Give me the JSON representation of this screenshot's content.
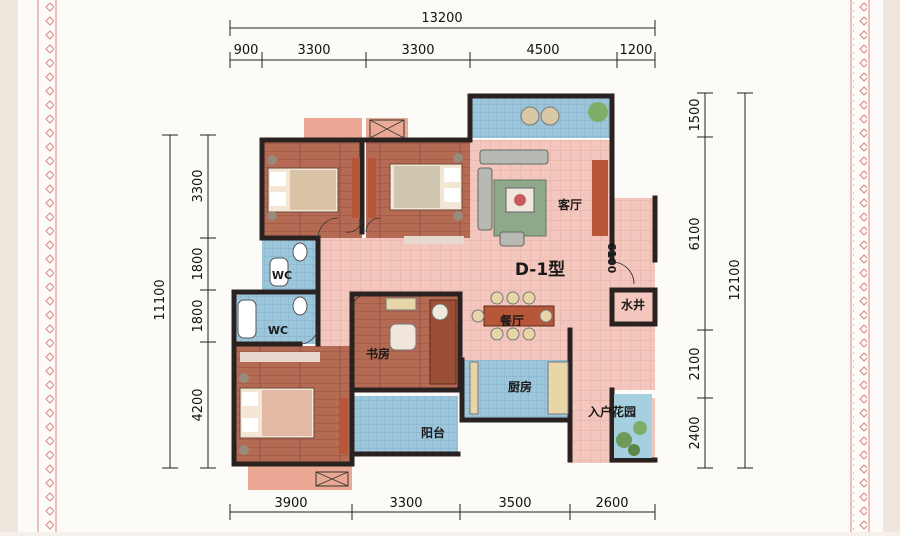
{
  "plan": {
    "type_label": "D-1型",
    "rooms": {
      "living": "客厅",
      "dining": "餐厅",
      "study": "书房",
      "kitchen": "厨房",
      "balcony": "阳台",
      "entry_garden": "入户花园",
      "water_well": "水井",
      "wc_upper": "WC",
      "wc_lower": "WC",
      "corridor_mark": "6100"
    }
  },
  "dimensions": {
    "top_total": "13200",
    "top_segments": [
      "900",
      "3300",
      "3300",
      "4500",
      "1200"
    ],
    "bottom_segments": [
      "3900",
      "3300",
      "3500",
      "2600"
    ],
    "left_total": "11100",
    "left_segments": [
      "3300",
      "1800",
      "1800",
      "4200"
    ],
    "right_total": "12100",
    "right_segments": [
      "1500",
      "6100",
      "2100",
      "2400"
    ]
  },
  "colors": {
    "page": "#fdfbf7",
    "paper_bg": "#f6f0ea",
    "border_red": "#d98585",
    "floor_pink": "#f3c7bd",
    "floor_tile_line": "#dea79b",
    "wood_floor": "#b56a54",
    "wood_dark": "#8c4b39",
    "wall": "#2a2220",
    "balcony_blue": "#9cc6dc",
    "window_pink": "#eba894",
    "sofa_gray": "#b7b9b3",
    "rug_green": "#8ea88a"
  }
}
